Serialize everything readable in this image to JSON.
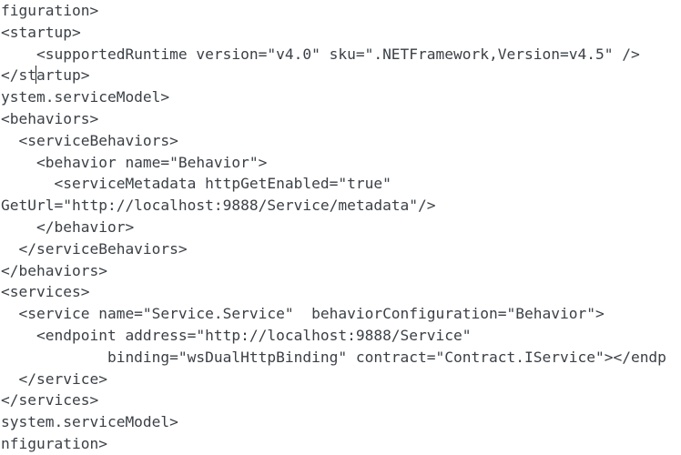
{
  "app": {
    "background_color": "#ffffff",
    "text_color": "#3b4046",
    "caret_color": "#24272b"
  },
  "editor": {
    "content_type": "xml-config",
    "horizontal_scroll": "first 4 columns clipped at left edge",
    "caret": {
      "line": 4,
      "after_text": "</st"
    },
    "lines": [
      "figuration>",
      "<startup>",
      "    <supportedRuntime version=\"v4.0\" sku=\".NETFramework,Version=v4.5\" />",
      "</startup>",
      "ystem.serviceModel>",
      "<behaviors>",
      "  <serviceBehaviors>",
      "    <behavior name=\"Behavior\">",
      "      <serviceMetadata httpGetEnabled=\"true\"",
      "GetUrl=\"http://localhost:9888/Service/metadata\"/>",
      "    </behavior>",
      "  </serviceBehaviors>",
      "</behaviors>",
      "<services>",
      "  <service name=\"Service.Service\"  behaviorConfiguration=\"Behavior\">",
      "    <endpoint address=\"http://localhost:9888/Service\"",
      "            binding=\"wsDualHttpBinding\" contract=\"Contract.IService\"></endp",
      "  </service>",
      "</services>",
      "system.serviceModel>",
      "nfiguration>"
    ]
  }
}
